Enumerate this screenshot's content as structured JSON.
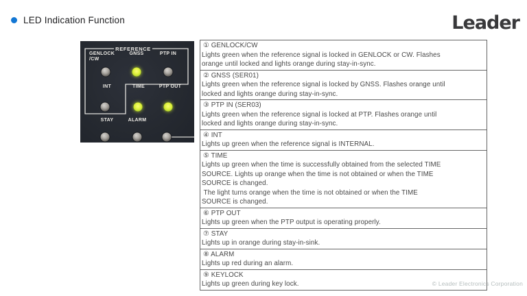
{
  "slide": {
    "title": "LED Indication Function",
    "logo_text": "Leader",
    "copyright": "© Leader Electronics Corporation",
    "accent_color": "#1377d4"
  },
  "panel": {
    "group_label": "REFERENCE",
    "led_on_color": "#e2f33e",
    "led_off_color": "#a5a19b",
    "leds": [
      {
        "name": "GENLOCK/CW",
        "label": "GENLOCK",
        "label2": "/CW",
        "state": "off"
      },
      {
        "name": "GNSS",
        "label": "GNSS",
        "state": "on"
      },
      {
        "name": "PTP IN",
        "label": "PTP IN",
        "state": "off"
      },
      {
        "name": "INT",
        "label": "INT",
        "state": "off"
      },
      {
        "name": "TIME",
        "label": "TIME",
        "state": "on"
      },
      {
        "name": "PTP OUT",
        "label": "PTP OUT",
        "state": "on"
      },
      {
        "name": "STAY",
        "label": "STAY",
        "state": "off"
      },
      {
        "name": "ALARM",
        "label": "ALARM",
        "state": "off"
      },
      {
        "name": "KEYLOCK",
        "label": "",
        "state": "off"
      }
    ]
  },
  "table": {
    "rows": [
      {
        "heading": "① GENLOCK/CW",
        "lines": [
          "Lights green when the reference signal is locked in GENLOCK or CW. Flashes",
          "orange until locked and lights orange during stay-in-sync."
        ]
      },
      {
        "heading": "② GNSS (SER01)",
        "lines": [
          "Lights green when the reference signal is locked by GNSS. Flashes orange until",
          "locked and lights orange during stay-in-sync."
        ]
      },
      {
        "heading": "③ PTP IN (SER03)",
        "lines": [
          "Lights green when the reference signal is locked at PTP. Flashes orange until",
          "locked and lights orange during stay-in-sync."
        ]
      },
      {
        "heading": "④ INT",
        "lines": [
          "Lights up green when the reference signal is INTERNAL."
        ]
      },
      {
        "heading": "⑤ TIME",
        "lines": [
          "Lights up green when the time is successfully obtained from the selected TIME",
          "SOURCE. Lights up orange when the time is not obtained or when the TIME",
          "SOURCE is changed.",
          " The light turns orange when the time is not obtained or when the TIME",
          "SOURCE is changed."
        ]
      },
      {
        "heading": "⑥ PTP OUT",
        "lines": [
          "Lights up green when the PTP output is operating properly."
        ]
      },
      {
        "heading": "⑦ STAY",
        "lines": [
          "Lights up in orange during stay-in-sink."
        ]
      },
      {
        "heading": "⑧ ALARM",
        "lines": [
          "Lights up red during an alarm."
        ]
      },
      {
        "heading": "⑨ KEYLOCK",
        "lines": [
          "Lights up green during key lock."
        ]
      }
    ]
  }
}
